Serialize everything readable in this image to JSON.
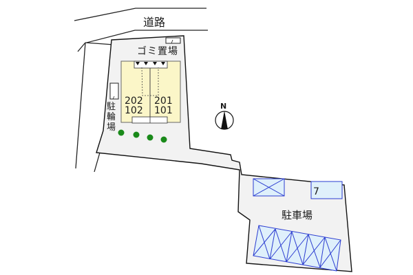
{
  "labels": {
    "road": "道路",
    "garbage": "ゴミ置場",
    "bicycle": [
      "駐",
      "輪",
      "場"
    ],
    "parking": "駐車場",
    "north": "N"
  },
  "units": {
    "left_upper": "202",
    "left_lower": "102",
    "right_upper": "201",
    "right_lower": "101"
  },
  "parking_spaces": {
    "available_label": "7"
  },
  "colors": {
    "lot_fill": "#f2f2f2",
    "building_fill": "#fbf6c8",
    "parking_fill": "#dff0fb",
    "parking_stroke": "#2a3bd0",
    "tree": "#1a8a1a"
  }
}
